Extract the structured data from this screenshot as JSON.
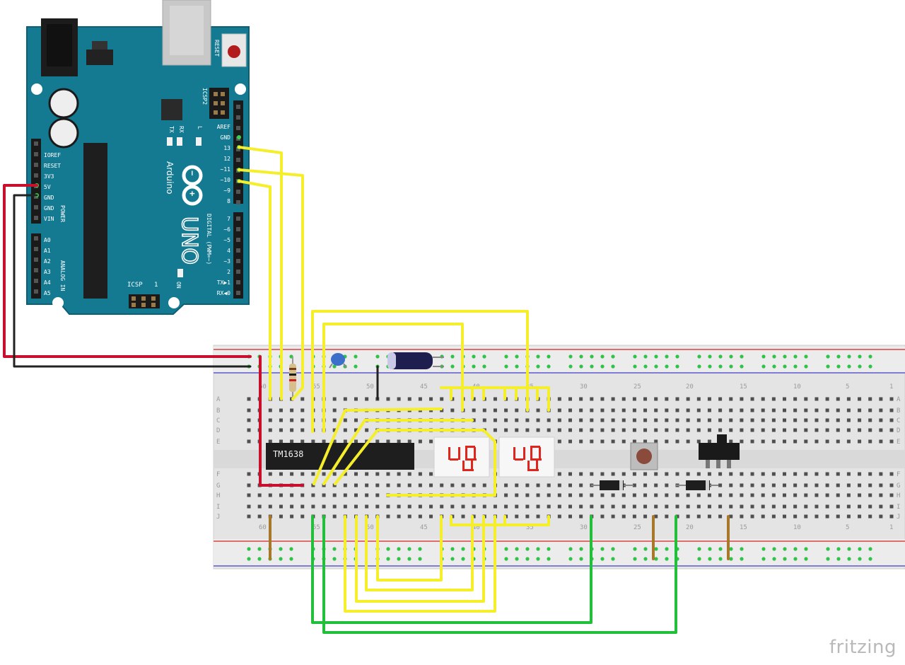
{
  "arduino": {
    "brand": "Arduino",
    "model": "UNO",
    "on_label": "ON",
    "reset_label": "RESET",
    "icsp_label": "ICSP",
    "icsp_pin1": "1",
    "icsp2_label": "ICSP2",
    "led_labels": [
      "TX",
      "RX",
      "L"
    ],
    "digital_group": "DIGITAL (PWM=~)",
    "power_group": "POWER",
    "analog_group": "ANALOG IN",
    "board_color": "#147a92",
    "digital_pins_top": [
      "AREF",
      "GND",
      "13",
      "12",
      "~11",
      "~10",
      "~9",
      "8"
    ],
    "digital_pins_bottom": [
      "7",
      "~6",
      "~5",
      "4",
      "~3",
      "2",
      "TX▶1",
      "RX◀0"
    ],
    "power_pins": [
      "IOREF",
      "RESET",
      "3V3",
      "5V",
      "GND",
      "GND",
      "VIN"
    ],
    "analog_pins": [
      "A0",
      "A1",
      "A2",
      "A3",
      "A4",
      "A5"
    ]
  },
  "breadboard": {
    "column_numbers": [
      "60",
      "55",
      "50",
      "45",
      "40",
      "35",
      "30",
      "25",
      "20",
      "15",
      "10",
      "5",
      "1"
    ],
    "row_letters_top": [
      "A",
      "B",
      "C",
      "D",
      "E"
    ],
    "row_letters_bottom": [
      "F",
      "G",
      "H",
      "I",
      "J"
    ]
  },
  "components": {
    "driver_ic": "TM1638",
    "seven_segment_digits": 2,
    "diodes": 2,
    "pushbuttons": 1,
    "slide_switches": 1
  },
  "wire_colors": {
    "signal": "#f5ee2a",
    "power": "#c8102e",
    "ground": "#222222",
    "switch": "#22c03a",
    "jumper": "#a8782a"
  },
  "branding": "fritzing"
}
